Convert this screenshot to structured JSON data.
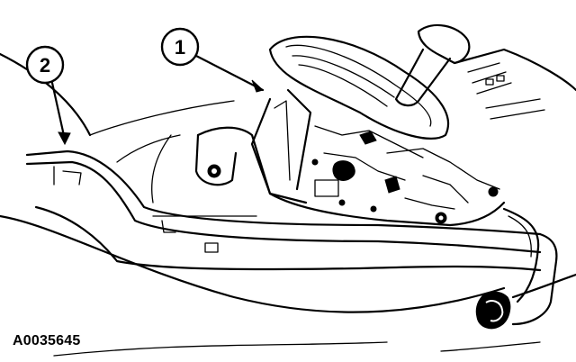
{
  "callouts": [
    {
      "number": "1",
      "target": "gearshift-lever-assembly"
    },
    {
      "number": "2",
      "target": "floor-console-panel"
    }
  ],
  "figure_id": "A0035645"
}
